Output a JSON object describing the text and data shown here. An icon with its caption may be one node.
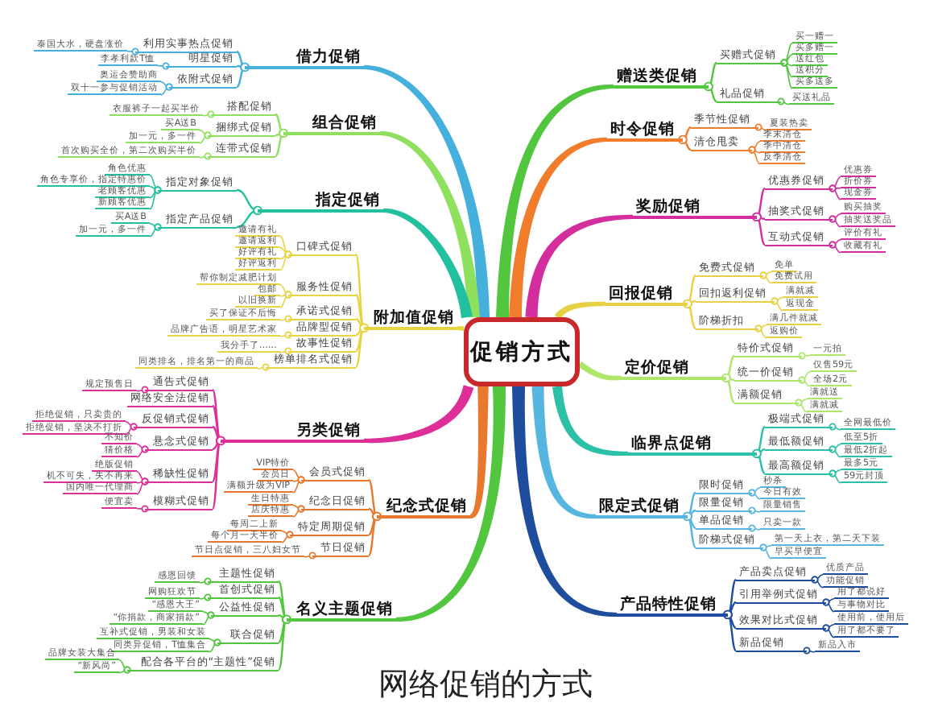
{
  "diagram": {
    "caption": "网络促销的方式",
    "nodes": [
      {
        "text": [
          "促销方式"
        ]
      },
      {
        "text": [
          "借力促销"
        ]
      },
      {
        "text": [
          "利用实事热点促销"
        ]
      },
      {
        "text": [
          "泰国大水，硬盘涨价"
        ]
      },
      {
        "text": [
          "明星促销"
        ]
      },
      {
        "text": [
          "李孝利款T恤"
        ]
      },
      {
        "text": [
          "依附式促销"
        ]
      },
      {
        "text": [
          "奥运会赞助商"
        ]
      },
      {
        "text": [
          "双十一参与促销活动"
        ]
      },
      {
        "text": [
          "组合促销"
        ]
      },
      {
        "text": [
          "搭配促销"
        ]
      },
      {
        "text": [
          "衣服裤子一起买半价"
        ]
      },
      {
        "text": [
          "捆绑式促销"
        ]
      },
      {
        "text": [
          "买A送B"
        ]
      },
      {
        "text": [
          "加一元，多一件"
        ]
      },
      {
        "text": [
          "连带式促销"
        ]
      },
      {
        "text": [
          "首次购买全价，第二次购买半价"
        ]
      },
      {
        "text": [
          "指定促销"
        ]
      },
      {
        "text": [
          "指定对象促销"
        ]
      },
      {
        "text": [
          "角色优惠"
        ]
      },
      {
        "text": [
          "角色专享价，指定特惠价"
        ]
      },
      {
        "text": [
          "老顾客优惠"
        ]
      },
      {
        "text": [
          "新顾客优惠"
        ]
      },
      {
        "text": [
          "指定产品促销"
        ]
      },
      {
        "text": [
          "买A送B"
        ]
      },
      {
        "text": [
          "加一元，多一件"
        ]
      },
      {
        "text": [
          "附加值促销"
        ]
      },
      {
        "text": [
          "口碑式促销"
        ]
      },
      {
        "text": [
          "邀请有礼"
        ]
      },
      {
        "text": [
          "邀请返利"
        ]
      },
      {
        "text": [
          "好评有礼"
        ]
      },
      {
        "text": [
          "好评返利"
        ]
      },
      {
        "text": [
          "服务性促销"
        ]
      },
      {
        "text": [
          "帮你制定减肥计划"
        ]
      },
      {
        "text": [
          "包邮"
        ]
      },
      {
        "text": [
          "以旧换新"
        ]
      },
      {
        "text": [
          "承诺式促销"
        ]
      },
      {
        "text": [
          "买了保证不后悔"
        ]
      },
      {
        "text": [
          "品牌型促销"
        ]
      },
      {
        "text": [
          "品牌广告语，明星艺术家"
        ]
      },
      {
        "text": [
          "故事性促销"
        ]
      },
      {
        "text": [
          "我分手了……"
        ]
      },
      {
        "text": [
          "榜单排名式促销"
        ]
      },
      {
        "text": [
          "同类排名，排名第一的商品"
        ]
      },
      {
        "text": [
          "另类促销"
        ]
      },
      {
        "text": [
          "通告式促销"
        ]
      },
      {
        "text": [
          "规定预售日"
        ]
      },
      {
        "text": [
          "网络安全法促销"
        ]
      },
      {
        "text": [
          "反促销式促销"
        ]
      },
      {
        "text": [
          "拒绝促销，只卖贵的"
        ]
      },
      {
        "text": [
          "拒绝促销，坚决不打折"
        ]
      },
      {
        "text": [
          "悬念式促销"
        ]
      },
      {
        "text": [
          "不知价"
        ]
      },
      {
        "text": [
          "猜价格"
        ]
      },
      {
        "text": [
          "稀缺性促销"
        ]
      },
      {
        "text": [
          "绝版促销"
        ]
      },
      {
        "text": [
          "机不可失，失不再来"
        ]
      },
      {
        "text": [
          "国内唯一代理商"
        ]
      },
      {
        "text": [
          "模糊式促销"
        ]
      },
      {
        "text": [
          "便宜卖"
        ]
      },
      {
        "text": [
          "纪念式促销"
        ]
      },
      {
        "text": [
          "会员式促销"
        ]
      },
      {
        "text": [
          "VIP特价"
        ]
      },
      {
        "text": [
          "会员日"
        ]
      },
      {
        "text": [
          "满额升级为VIP"
        ]
      },
      {
        "text": [
          "纪念日促销"
        ]
      },
      {
        "text": [
          "生日特惠"
        ]
      },
      {
        "text": [
          "店庆特惠"
        ]
      },
      {
        "text": [
          "特定周期促销"
        ]
      },
      {
        "text": [
          "每周二上新"
        ]
      },
      {
        "text": [
          "每个月一天半价"
        ]
      },
      {
        "text": [
          "节日促销"
        ]
      },
      {
        "text": [
          "节日点促销，三八妇女节"
        ]
      },
      {
        "text": [
          "名义主题促销"
        ]
      },
      {
        "text": [
          "主题性促销"
        ]
      },
      {
        "text": [
          "感恩回馈"
        ]
      },
      {
        "text": [
          "首创式促销"
        ]
      },
      {
        "text": [
          "网购狂欢节"
        ]
      },
      {
        "text": [
          "公益性促销"
        ]
      },
      {
        "text": [
          "“感恩大王”"
        ]
      },
      {
        "text": [
          "“你捐款，商家捐款”"
        ]
      },
      {
        "text": [
          "联合促销"
        ]
      },
      {
        "text": [
          "互补式促销，男装和女装"
        ]
      },
      {
        "text": [
          "同类异促销，T恤集合"
        ]
      },
      {
        "text": [
          "配合各平台的“主题性”促销"
        ]
      },
      {
        "text": [
          "品牌女装大集合"
        ]
      },
      {
        "text": [
          "“新风尚”"
        ]
      },
      {
        "text": [
          "赠送类促销"
        ]
      },
      {
        "text": [
          "买赠式促销"
        ]
      },
      {
        "text": [
          "买一赠一"
        ]
      },
      {
        "text": [
          "买多赠一"
        ]
      },
      {
        "text": [
          "送红包"
        ]
      },
      {
        "text": [
          "送积分"
        ]
      },
      {
        "text": [
          "买多送多"
        ]
      },
      {
        "text": [
          "礼品促销"
        ]
      },
      {
        "text": [
          "买送礼品"
        ]
      },
      {
        "text": [
          "时令促销"
        ]
      },
      {
        "text": [
          "季节性促销"
        ]
      },
      {
        "text": [
          "夏装热卖"
        ]
      },
      {
        "text": [
          "清仓甩卖"
        ]
      },
      {
        "text": [
          "季末清仓"
        ]
      },
      {
        "text": [
          "季中清仓"
        ]
      },
      {
        "text": [
          "反季清仓"
        ]
      },
      {
        "text": [
          "奖励促销"
        ]
      },
      {
        "text": [
          "优惠券促销"
        ]
      },
      {
        "text": [
          "优惠券"
        ]
      },
      {
        "text": [
          "折价券"
        ]
      },
      {
        "text": [
          "现金券"
        ]
      },
      {
        "text": [
          "抽奖式促销"
        ]
      },
      {
        "text": [
          "购买抽奖"
        ]
      },
      {
        "text": [
          "抽奖送奖品"
        ]
      },
      {
        "text": [
          "互动式促销"
        ]
      },
      {
        "text": [
          "评价有礼"
        ]
      },
      {
        "text": [
          "收藏有礼"
        ]
      },
      {
        "text": [
          "回报促销"
        ]
      },
      {
        "text": [
          "免费式促销"
        ]
      },
      {
        "text": [
          "免单"
        ]
      },
      {
        "text": [
          "免费试用"
        ]
      },
      {
        "text": [
          "回扣返利促销"
        ]
      },
      {
        "text": [
          "满就减"
        ]
      },
      {
        "text": [
          "返现金"
        ]
      },
      {
        "text": [
          "阶梯折扣"
        ]
      },
      {
        "text": [
          "满几件就减"
        ]
      },
      {
        "text": [
          "返购价"
        ]
      },
      {
        "text": [
          "定价促销"
        ]
      },
      {
        "text": [
          "特价式促销"
        ]
      },
      {
        "text": [
          "一元拍"
        ]
      },
      {
        "text": [
          "统一价促销"
        ]
      },
      {
        "text": [
          "仅售59元"
        ]
      },
      {
        "text": [
          "全场2元"
        ]
      },
      {
        "text": [
          "满额促销"
        ]
      },
      {
        "text": [
          "满就送"
        ]
      },
      {
        "text": [
          "满就减"
        ]
      },
      {
        "text": [
          "临界点促销"
        ]
      },
      {
        "text": [
          "极端式促销"
        ]
      },
      {
        "text": [
          "全网最低价"
        ]
      },
      {
        "text": [
          "最低额促销"
        ]
      },
      {
        "text": [
          "低至5折"
        ]
      },
      {
        "text": [
          "最低2折起"
        ]
      },
      {
        "text": [
          "最高额促销"
        ]
      },
      {
        "text": [
          "最多5元"
        ]
      },
      {
        "text": [
          "59元封顶"
        ]
      },
      {
        "text": [
          "限定式促销"
        ]
      },
      {
        "text": [
          "限时促销"
        ]
      },
      {
        "text": [
          "秒杀"
        ]
      },
      {
        "text": [
          "今日有效"
        ]
      },
      {
        "text": [
          "限量促销"
        ]
      },
      {
        "text": [
          "限量销售"
        ]
      },
      {
        "text": [
          "单品促销"
        ]
      },
      {
        "text": [
          "只卖一款"
        ]
      },
      {
        "text": [
          "阶梯式促销"
        ]
      },
      {
        "text": [
          "第一天上衣，第二天下装"
        ]
      },
      {
        "text": [
          "早买早便宜"
        ]
      },
      {
        "text": [
          "产品特性促销"
        ]
      },
      {
        "text": [
          "产品卖点促销"
        ]
      },
      {
        "text": [
          "优质产品"
        ]
      },
      {
        "text": [
          "功能促销"
        ]
      },
      {
        "text": [
          "引用举例式促销"
        ]
      },
      {
        "text": [
          "用了都说好"
        ]
      },
      {
        "text": [
          "与事物对比"
        ]
      },
      {
        "text": [
          "效果对比式促销"
        ]
      },
      {
        "text": [
          "使用前，使用后"
        ]
      },
      {
        "text": [
          "用了都不要了"
        ]
      },
      {
        "text": [
          "新品促销"
        ]
      },
      {
        "text": [
          "新品入市"
        ]
      }
    ],
    "edges": [
      {
        "from": 0,
        "to": 1,
        "arrow": "none",
        "style": "thick",
        "color": "#45b0dc"
      },
      {
        "from": 1,
        "to": 2,
        "arrow": "other",
        "color": "#45b0dc"
      },
      {
        "from": 2,
        "to": 3,
        "arrow": "other",
        "color": "#45b0dc"
      },
      {
        "from": 1,
        "to": 4,
        "arrow": "other",
        "color": "#45b0dc"
      },
      {
        "from": 4,
        "to": 5,
        "arrow": "other",
        "color": "#45b0dc"
      },
      {
        "from": 1,
        "to": 6,
        "arrow": "other",
        "color": "#45b0dc"
      },
      {
        "from": 6,
        "to": 7,
        "arrow": "other",
        "color": "#45b0dc"
      },
      {
        "from": 6,
        "to": 8,
        "arrow": "other",
        "color": "#45b0dc"
      },
      {
        "from": 0,
        "to": 9,
        "arrow": "none",
        "style": "thick",
        "color": "#8ee05e"
      },
      {
        "from": 9,
        "to": 10,
        "arrow": "other",
        "color": "#8ee05e"
      },
      {
        "from": 10,
        "to": 11,
        "arrow": "other",
        "color": "#8ee05e"
      },
      {
        "from": 9,
        "to": 12,
        "arrow": "other",
        "color": "#8ee05e"
      },
      {
        "from": 12,
        "to": 13,
        "arrow": "other",
        "color": "#8ee05e"
      },
      {
        "from": 12,
        "to": 14,
        "arrow": "other",
        "color": "#8ee05e"
      },
      {
        "from": 9,
        "to": 15,
        "arrow": "other",
        "color": "#8ee05e"
      },
      {
        "from": 15,
        "to": 16,
        "arrow": "other",
        "color": "#8ee05e"
      },
      {
        "from": 0,
        "to": 17,
        "arrow": "none",
        "style": "thick",
        "color": "#22c09e"
      },
      {
        "from": 17,
        "to": 18,
        "arrow": "other",
        "color": "#22c09e"
      },
      {
        "from": 18,
        "to": 19,
        "arrow": "other",
        "color": "#22c09e"
      },
      {
        "from": 18,
        "to": 20,
        "arrow": "other",
        "color": "#22c09e"
      },
      {
        "from": 18,
        "to": 21,
        "arrow": "other",
        "color": "#22c09e"
      },
      {
        "from": 18,
        "to": 22,
        "arrow": "other",
        "color": "#22c09e"
      },
      {
        "from": 17,
        "to": 23,
        "arrow": "other",
        "color": "#22c09e"
      },
      {
        "from": 23,
        "to": 24,
        "arrow": "other",
        "color": "#22c09e"
      },
      {
        "from": 23,
        "to": 25,
        "arrow": "other",
        "color": "#22c09e"
      },
      {
        "from": 0,
        "to": 26,
        "arrow": "none",
        "style": "thick",
        "color": "#e6d440"
      },
      {
        "from": 26,
        "to": 27,
        "arrow": "other",
        "color": "#e6d440"
      },
      {
        "from": 27,
        "to": 28,
        "arrow": "other",
        "color": "#e6d440"
      },
      {
        "from": 27,
        "to": 29,
        "arrow": "other",
        "color": "#e6d440"
      },
      {
        "from": 27,
        "to": 30,
        "arrow": "other",
        "color": "#e6d440"
      },
      {
        "from": 27,
        "to": 31,
        "arrow": "other",
        "color": "#e6d440"
      },
      {
        "from": 26,
        "to": 32,
        "arrow": "other",
        "color": "#e6d440"
      },
      {
        "from": 32,
        "to": 33,
        "arrow": "other",
        "color": "#e6d440"
      },
      {
        "from": 32,
        "to": 34,
        "arrow": "other",
        "color": "#e6d440"
      },
      {
        "from": 32,
        "to": 35,
        "arrow": "other",
        "color": "#e6d440"
      },
      {
        "from": 26,
        "to": 36,
        "arrow": "other",
        "color": "#e6d440"
      },
      {
        "from": 36,
        "to": 37,
        "arrow": "other",
        "color": "#e6d440"
      },
      {
        "from": 26,
        "to": 38,
        "arrow": "other",
        "color": "#e6d440"
      },
      {
        "from": 38,
        "to": 39,
        "arrow": "other",
        "color": "#e6d440"
      },
      {
        "from": 26,
        "to": 40,
        "arrow": "other",
        "color": "#e6d440"
      },
      {
        "from": 40,
        "to": 41,
        "arrow": "other",
        "color": "#e6d440"
      },
      {
        "from": 26,
        "to": 42,
        "arrow": "other",
        "color": "#e6d440"
      },
      {
        "from": 42,
        "to": 43,
        "arrow": "other",
        "color": "#e6d440"
      },
      {
        "from": 0,
        "to": 44,
        "arrow": "none",
        "style": "thick",
        "color": "#de2f98"
      },
      {
        "from": 44,
        "to": 45,
        "arrow": "other",
        "color": "#de2f98"
      },
      {
        "from": 45,
        "to": 46,
        "arrow": "other",
        "color": "#de2f98"
      },
      {
        "from": 44,
        "to": 47,
        "arrow": "other",
        "color": "#de2f98"
      },
      {
        "from": 44,
        "to": 48,
        "arrow": "other",
        "color": "#de2f98"
      },
      {
        "from": 48,
        "to": 49,
        "arrow": "other",
        "color": "#de2f98"
      },
      {
        "from": 48,
        "to": 50,
        "arrow": "other",
        "color": "#de2f98"
      },
      {
        "from": 44,
        "to": 51,
        "arrow": "other",
        "color": "#de2f98"
      },
      {
        "from": 51,
        "to": 52,
        "arrow": "other",
        "color": "#de2f98"
      },
      {
        "from": 51,
        "to": 53,
        "arrow": "other",
        "color": "#de2f98"
      },
      {
        "from": 44,
        "to": 54,
        "arrow": "other",
        "color": "#de2f98"
      },
      {
        "from": 54,
        "to": 55,
        "arrow": "other",
        "color": "#de2f98"
      },
      {
        "from": 54,
        "to": 56,
        "arrow": "other",
        "color": "#de2f98"
      },
      {
        "from": 54,
        "to": 57,
        "arrow": "other",
        "color": "#de2f98"
      },
      {
        "from": 44,
        "to": 58,
        "arrow": "other",
        "color": "#de2f98"
      },
      {
        "from": 58,
        "to": 59,
        "arrow": "other",
        "color": "#de2f98"
      },
      {
        "from": 0,
        "to": 60,
        "arrow": "none",
        "style": "thick",
        "color": "#e8782e"
      },
      {
        "from": 60,
        "to": 61,
        "arrow": "other",
        "color": "#e8782e"
      },
      {
        "from": 61,
        "to": 62,
        "arrow": "other",
        "color": "#e8782e"
      },
      {
        "from": 61,
        "to": 63,
        "arrow": "other",
        "color": "#e8782e"
      },
      {
        "from": 61,
        "to": 64,
        "arrow": "other",
        "color": "#e8782e"
      },
      {
        "from": 60,
        "to": 65,
        "arrow": "other",
        "color": "#e8782e"
      },
      {
        "from": 65,
        "to": 66,
        "arrow": "other",
        "color": "#e8782e"
      },
      {
        "from": 65,
        "to": 67,
        "arrow": "other",
        "color": "#e8782e"
      },
      {
        "from": 60,
        "to": 68,
        "arrow": "other",
        "color": "#e8782e"
      },
      {
        "from": 68,
        "to": 69,
        "arrow": "other",
        "color": "#e8782e"
      },
      {
        "from": 68,
        "to": 70,
        "arrow": "other",
        "color": "#e8782e"
      },
      {
        "from": 60,
        "to": 71,
        "arrow": "other",
        "color": "#e8782e"
      },
      {
        "from": 71,
        "to": 72,
        "arrow": "other",
        "color": "#e8782e"
      },
      {
        "from": 0,
        "to": 73,
        "arrow": "none",
        "style": "thick",
        "color": "#52c63e"
      },
      {
        "from": 73,
        "to": 74,
        "arrow": "other",
        "color": "#52c63e"
      },
      {
        "from": 74,
        "to": 75,
        "arrow": "other",
        "color": "#52c63e"
      },
      {
        "from": 73,
        "to": 76,
        "arrow": "other",
        "color": "#52c63e"
      },
      {
        "from": 76,
        "to": 77,
        "arrow": "other",
        "color": "#52c63e"
      },
      {
        "from": 73,
        "to": 78,
        "arrow": "other",
        "color": "#52c63e"
      },
      {
        "from": 78,
        "to": 79,
        "arrow": "other",
        "color": "#52c63e"
      },
      {
        "from": 78,
        "to": 80,
        "arrow": "other",
        "color": "#52c63e"
      },
      {
        "from": 73,
        "to": 81,
        "arrow": "other",
        "color": "#52c63e"
      },
      {
        "from": 81,
        "to": 82,
        "arrow": "other",
        "color": "#52c63e"
      },
      {
        "from": 81,
        "to": 83,
        "arrow": "other",
        "color": "#52c63e"
      },
      {
        "from": 73,
        "to": 84,
        "arrow": "other",
        "color": "#52c63e"
      },
      {
        "from": 84,
        "to": 85,
        "arrow": "other",
        "color": "#52c63e"
      },
      {
        "from": 84,
        "to": 86,
        "arrow": "other",
        "color": "#52c63e"
      },
      {
        "from": 0,
        "to": 87,
        "arrow": "none",
        "style": "thick",
        "color": "#52c63e"
      },
      {
        "from": 87,
        "to": 88,
        "arrow": "other",
        "color": "#52c63e"
      },
      {
        "from": 88,
        "to": 89,
        "arrow": "other",
        "color": "#52c63e"
      },
      {
        "from": 88,
        "to": 90,
        "arrow": "other",
        "color": "#52c63e"
      },
      {
        "from": 88,
        "to": 91,
        "arrow": "other",
        "color": "#52c63e"
      },
      {
        "from": 88,
        "to": 92,
        "arrow": "other",
        "color": "#52c63e"
      },
      {
        "from": 88,
        "to": 93,
        "arrow": "other",
        "color": "#52c63e"
      },
      {
        "from": 87,
        "to": 94,
        "arrow": "other",
        "color": "#52c63e"
      },
      {
        "from": 94,
        "to": 95,
        "arrow": "other",
        "color": "#52c63e"
      },
      {
        "from": 0,
        "to": 96,
        "arrow": "none",
        "style": "thick",
        "color": "#f07c2c"
      },
      {
        "from": 96,
        "to": 97,
        "arrow": "other",
        "color": "#f07c2c"
      },
      {
        "from": 97,
        "to": 98,
        "arrow": "other",
        "color": "#f07c2c"
      },
      {
        "from": 96,
        "to": 99,
        "arrow": "other",
        "color": "#f07c2c"
      },
      {
        "from": 99,
        "to": 100,
        "arrow": "other",
        "color": "#f07c2c"
      },
      {
        "from": 99,
        "to": 101,
        "arrow": "other",
        "color": "#f07c2c"
      },
      {
        "from": 99,
        "to": 102,
        "arrow": "other",
        "color": "#f07c2c"
      },
      {
        "from": 0,
        "to": 103,
        "arrow": "none",
        "style": "thick",
        "color": "#d42e9e"
      },
      {
        "from": 103,
        "to": 104,
        "arrow": "other",
        "color": "#d42e9e"
      },
      {
        "from": 104,
        "to": 105,
        "arrow": "other",
        "color": "#d42e9e"
      },
      {
        "from": 104,
        "to": 106,
        "arrow": "other",
        "color": "#d42e9e"
      },
      {
        "from": 104,
        "to": 107,
        "arrow": "other",
        "color": "#d42e9e"
      },
      {
        "from": 103,
        "to": 108,
        "arrow": "other",
        "color": "#d42e9e"
      },
      {
        "from": 108,
        "to": 109,
        "arrow": "other",
        "color": "#d42e9e"
      },
      {
        "from": 108,
        "to": 110,
        "arrow": "other",
        "color": "#d42e9e"
      },
      {
        "from": 103,
        "to": 111,
        "arrow": "other",
        "color": "#d42e9e"
      },
      {
        "from": 111,
        "to": 112,
        "arrow": "other",
        "color": "#d42e9e"
      },
      {
        "from": 111,
        "to": 113,
        "arrow": "other",
        "color": "#d42e9e"
      },
      {
        "from": 0,
        "to": 114,
        "arrow": "none",
        "style": "thick",
        "color": "#e8d044"
      },
      {
        "from": 114,
        "to": 115,
        "arrow": "other",
        "color": "#e8d044"
      },
      {
        "from": 115,
        "to": 116,
        "arrow": "other",
        "color": "#e8d044"
      },
      {
        "from": 115,
        "to": 117,
        "arrow": "other",
        "color": "#e8d044"
      },
      {
        "from": 114,
        "to": 118,
        "arrow": "other",
        "color": "#e8d044"
      },
      {
        "from": 118,
        "to": 119,
        "arrow": "other",
        "color": "#e8d044"
      },
      {
        "from": 118,
        "to": 120,
        "arrow": "other",
        "color": "#e8d044"
      },
      {
        "from": 114,
        "to": 121,
        "arrow": "other",
        "color": "#e8d044"
      },
      {
        "from": 121,
        "to": 122,
        "arrow": "other",
        "color": "#e8d044"
      },
      {
        "from": 121,
        "to": 123,
        "arrow": "other",
        "color": "#e8d044"
      },
      {
        "from": 0,
        "to": 124,
        "arrow": "none",
        "style": "thick",
        "color": "#aee66a"
      },
      {
        "from": 124,
        "to": 125,
        "arrow": "other",
        "color": "#aee66a"
      },
      {
        "from": 125,
        "to": 126,
        "arrow": "other",
        "color": "#aee66a"
      },
      {
        "from": 124,
        "to": 127,
        "arrow": "other",
        "color": "#aee66a"
      },
      {
        "from": 127,
        "to": 128,
        "arrow": "other",
        "color": "#aee66a"
      },
      {
        "from": 127,
        "to": 129,
        "arrow": "other",
        "color": "#aee66a"
      },
      {
        "from": 124,
        "to": 130,
        "arrow": "other",
        "color": "#aee66a"
      },
      {
        "from": 130,
        "to": 131,
        "arrow": "other",
        "color": "#aee66a"
      },
      {
        "from": 130,
        "to": 132,
        "arrow": "other",
        "color": "#aee66a"
      },
      {
        "from": 0,
        "to": 133,
        "arrow": "none",
        "style": "thick",
        "color": "#2cc0a6"
      },
      {
        "from": 133,
        "to": 134,
        "arrow": "other",
        "color": "#2cc0a6"
      },
      {
        "from": 134,
        "to": 135,
        "arrow": "other",
        "color": "#2cc0a6"
      },
      {
        "from": 133,
        "to": 136,
        "arrow": "other",
        "color": "#2cc0a6"
      },
      {
        "from": 136,
        "to": 137,
        "arrow": "other",
        "color": "#2cc0a6"
      },
      {
        "from": 136,
        "to": 138,
        "arrow": "other",
        "color": "#2cc0a6"
      },
      {
        "from": 133,
        "to": 139,
        "arrow": "other",
        "color": "#2cc0a6"
      },
      {
        "from": 139,
        "to": 140,
        "arrow": "other",
        "color": "#2cc0a6"
      },
      {
        "from": 139,
        "to": 141,
        "arrow": "other",
        "color": "#2cc0a6"
      },
      {
        "from": 0,
        "to": 142,
        "arrow": "none",
        "style": "thick",
        "color": "#56b6e0"
      },
      {
        "from": 142,
        "to": 143,
        "arrow": "other",
        "color": "#56b6e0"
      },
      {
        "from": 143,
        "to": 144,
        "arrow": "other",
        "color": "#56b6e0"
      },
      {
        "from": 143,
        "to": 145,
        "arrow": "other",
        "color": "#56b6e0"
      },
      {
        "from": 142,
        "to": 146,
        "arrow": "other",
        "color": "#56b6e0"
      },
      {
        "from": 146,
        "to": 147,
        "arrow": "other",
        "color": "#56b6e0"
      },
      {
        "from": 142,
        "to": 148,
        "arrow": "other",
        "color": "#56b6e0"
      },
      {
        "from": 148,
        "to": 149,
        "arrow": "other",
        "color": "#56b6e0"
      },
      {
        "from": 142,
        "to": 150,
        "arrow": "other",
        "color": "#56b6e0"
      },
      {
        "from": 150,
        "to": 151,
        "arrow": "other",
        "color": "#56b6e0"
      },
      {
        "from": 150,
        "to": 152,
        "arrow": "other",
        "color": "#56b6e0"
      },
      {
        "from": 0,
        "to": 153,
        "arrow": "none",
        "style": "thick",
        "color": "#1f4d9e"
      },
      {
        "from": 153,
        "to": 154,
        "arrow": "other",
        "color": "#1f4d9e"
      },
      {
        "from": 154,
        "to": 155,
        "arrow": "other",
        "color": "#1f4d9e"
      },
      {
        "from": 154,
        "to": 156,
        "arrow": "other",
        "color": "#1f4d9e"
      },
      {
        "from": 153,
        "to": 157,
        "arrow": "other",
        "color": "#1f4d9e"
      },
      {
        "from": 157,
        "to": 158,
        "arrow": "other",
        "color": "#1f4d9e"
      },
      {
        "from": 157,
        "to": 159,
        "arrow": "other",
        "color": "#1f4d9e"
      },
      {
        "from": 153,
        "to": 160,
        "arrow": "other",
        "color": "#1f4d9e"
      },
      {
        "from": 160,
        "to": 161,
        "arrow": "other",
        "color": "#1f4d9e"
      },
      {
        "from": 160,
        "to": 162,
        "arrow": "other",
        "color": "#1f4d9e"
      },
      {
        "from": 153,
        "to": 163,
        "arrow": "other",
        "color": "#1f4d9e"
      },
      {
        "from": 163,
        "to": 164,
        "arrow": "other",
        "color": "#1f4d9e"
      }
    ]
  }
}
